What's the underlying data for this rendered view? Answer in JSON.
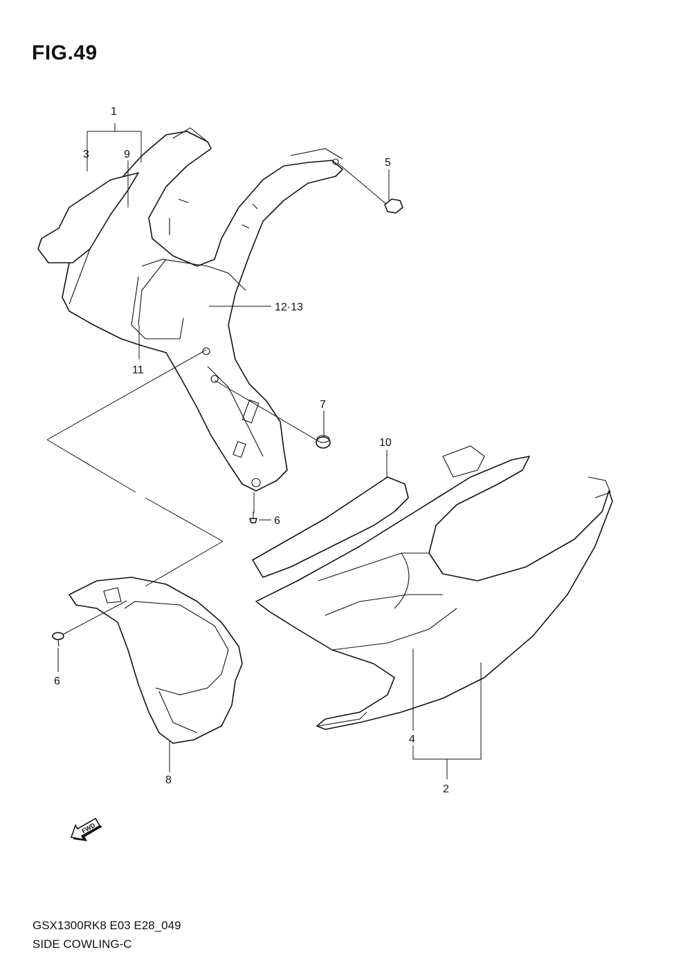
{
  "figure": {
    "title": "FIG.49"
  },
  "callouts": {
    "c1": "1",
    "c2": "2",
    "c3": "3",
    "c4": "4",
    "c5": "5",
    "c6a": "6",
    "c6b": "6",
    "c7": "7",
    "c8": "8",
    "c9": "9",
    "c10": "10",
    "c11": "11",
    "c12": "12·13"
  },
  "fwd_badge": "FWD",
  "footer": {
    "model_code": "GSX1300RK8 E03 E28_049",
    "part_name": "SIDE COWLING-C"
  }
}
